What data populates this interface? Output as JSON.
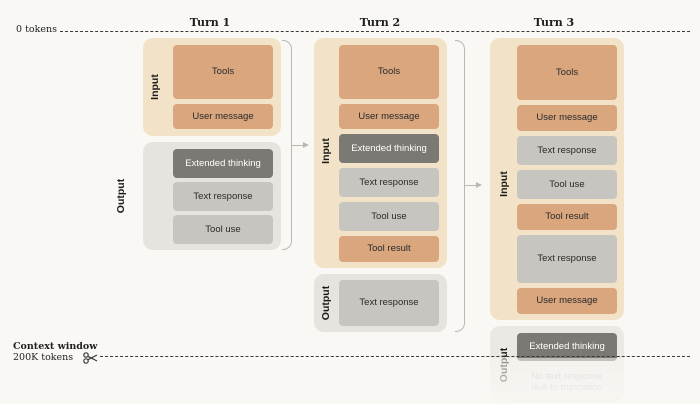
{
  "turns": [
    {
      "title": "Turn 1",
      "input_label": "Input",
      "input_blocks": [
        "Tools",
        "User message"
      ],
      "output_label": "Output",
      "output_blocks": [
        "Extended thinking",
        "Text response",
        "Tool use"
      ]
    },
    {
      "title": "Turn 2",
      "input_label": "Input",
      "input_blocks": [
        "Tools",
        "User message",
        "Extended thinking",
        "Text response",
        "Tool use",
        "Tool result"
      ],
      "output_label": "Output",
      "output_blocks": [
        "Text response"
      ]
    },
    {
      "title": "Turn 3",
      "input_label": "Input",
      "input_blocks": [
        "Tools",
        "User message",
        "Text response",
        "Tool use",
        "Tool result",
        "Text response",
        "User message"
      ],
      "output_label": "Output",
      "output_blocks": [
        "Extended thinking",
        "No text response due to truncation"
      ]
    }
  ],
  "top_marker": "0 tokens",
  "context_window": {
    "label": "Context window",
    "size": "200K tokens"
  },
  "icons": {
    "truncation": "scissors-icon",
    "flow": "arrow-right-icon"
  },
  "colors": {
    "input_panel": "#f2e2c7",
    "output_panel": "#e6e4df",
    "orange_block": "#d9a67e",
    "gray_block": "#c6c5bf",
    "dark_block": "#7b7973"
  }
}
